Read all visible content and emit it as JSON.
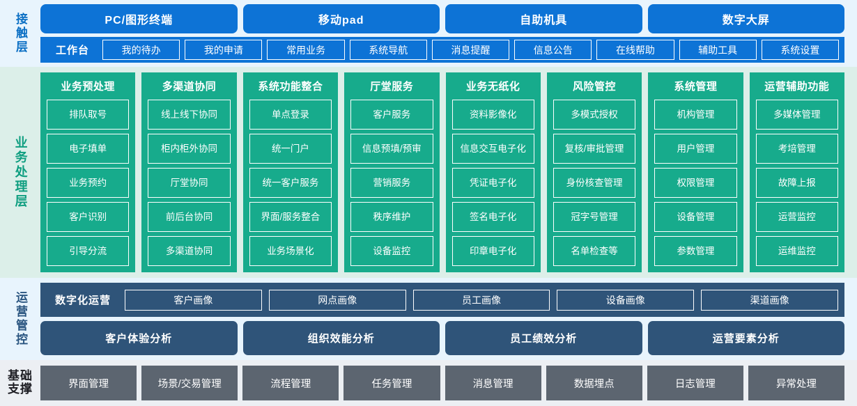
{
  "layers": {
    "contact": {
      "label": "接触层",
      "devices": [
        "PC/图形终端",
        "移动pad",
        "自助机具",
        "数字大屏"
      ],
      "workbench_title": "工作台",
      "workbench_items": [
        "我的待办",
        "我的申请",
        "常用业务",
        "系统导航",
        "消息提醒",
        "信息公告",
        "在线帮助",
        "辅助工具",
        "系统设置"
      ]
    },
    "business": {
      "label": "业务处理层",
      "columns": [
        {
          "title": "业务预处理",
          "items": [
            "排队取号",
            "电子填单",
            "业务预约",
            "客户识别",
            "引导分流"
          ]
        },
        {
          "title": "多渠道协同",
          "items": [
            "线上线下协同",
            "柜内柜外协同",
            "厅堂协同",
            "前后台协同",
            "多渠道协同"
          ]
        },
        {
          "title": "系统功能整合",
          "items": [
            "单点登录",
            "统一门户",
            "统一客户服务",
            "界面/服务整合",
            "业务场景化"
          ]
        },
        {
          "title": "厅堂服务",
          "items": [
            "客户服务",
            "信息预填/预审",
            "营销服务",
            "秩序维护",
            "设备监控"
          ]
        },
        {
          "title": "业务无纸化",
          "items": [
            "资料影像化",
            "信息交互电子化",
            "凭证电子化",
            "签名电子化",
            "印章电子化"
          ]
        },
        {
          "title": "风险管控",
          "items": [
            "多模式授权",
            "复核/审批管理",
            "身份核查管理",
            "冠字号管理",
            "名单检查等"
          ]
        },
        {
          "title": "系统管理",
          "items": [
            "机构管理",
            "用户管理",
            "权限管理",
            "设备管理",
            "参数管理"
          ]
        },
        {
          "title": "运营辅助功能",
          "items": [
            "多媒体管理",
            "考培管理",
            "故障上报",
            "运营监控",
            "运维监控"
          ]
        }
      ]
    },
    "operations": {
      "label": "运营管控",
      "portrait_title": "数字化运营",
      "portrait_items": [
        "客户画像",
        "网点画像",
        "员工画像",
        "设备画像",
        "渠道画像"
      ],
      "analysis_items": [
        "客户体验分析",
        "组织效能分析",
        "员工绩效分析",
        "运营要素分析"
      ]
    },
    "base": {
      "label_line1": "基础",
      "label_line2": "支撑",
      "items": [
        "界面管理",
        "场景/交易管理",
        "流程管理",
        "任务管理",
        "消息管理",
        "数据埋点",
        "日志管理",
        "异常处理"
      ]
    }
  },
  "colors": {
    "contact_bg": "#e8f4fd",
    "contact_accent": "#0d73d6",
    "business_bg": "#dcefe9",
    "business_accent": "#17ab8c",
    "operations_bg": "#e8f4fd",
    "operations_accent": "#2f5479",
    "base_bg": "#eceff3",
    "base_accent": "#5c6570"
  }
}
